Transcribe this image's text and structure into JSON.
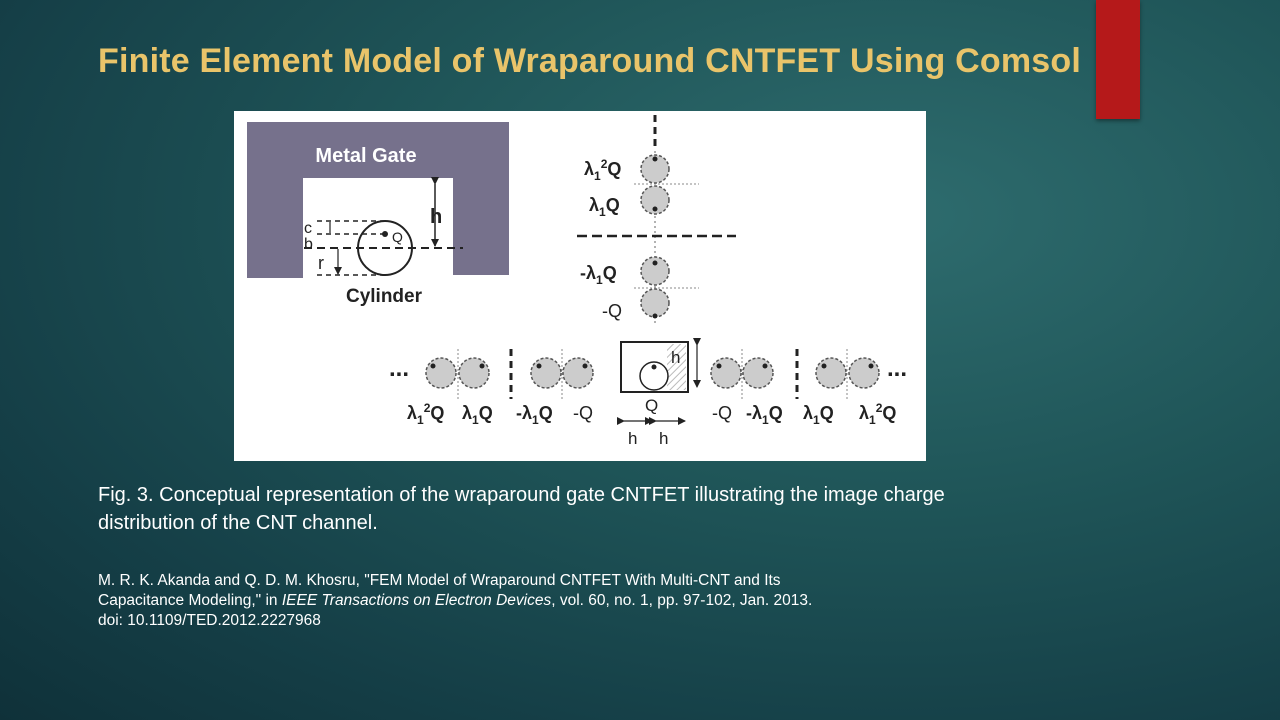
{
  "slide": {
    "title": "Finite Element Model of Wraparound CNTFET Using Comsol",
    "colors": {
      "title": "#e9c46a",
      "accent_bar": "#b5191a",
      "gate": "#76718c",
      "charge_fill": "#cccccc"
    }
  },
  "figure": {
    "gate_label": "Metal Gate",
    "cylinder_label": "Cylinder",
    "dim_h": "h",
    "dim_c": "c",
    "dim_b": "b",
    "dim_r": "r",
    "q_label": "Q",
    "lambda": "λ",
    "sub1": "1",
    "sup2": "2",
    "q": "Q",
    "neg_lambda": "-λ",
    "neg_q": "-Q",
    "ellipsis": "..."
  },
  "caption": "Fig. 3. Conceptual representation of the wraparound gate CNTFET illustrating the image charge distribution of the CNT channel.",
  "citation": {
    "line1": "M. R. K. Akanda and Q. D. M. Khosru, \"FEM Model of Wraparound CNTFET With Multi-CNT and Its",
    "line2_a": "Capacitance Modeling,\" in ",
    "journal": "IEEE Transactions on Electron Devices",
    "line2_b": ", vol. 60, no. 1, pp. 97-102, Jan. 2013.",
    "line3": "doi: 10.1109/TED.2012.2227968"
  }
}
